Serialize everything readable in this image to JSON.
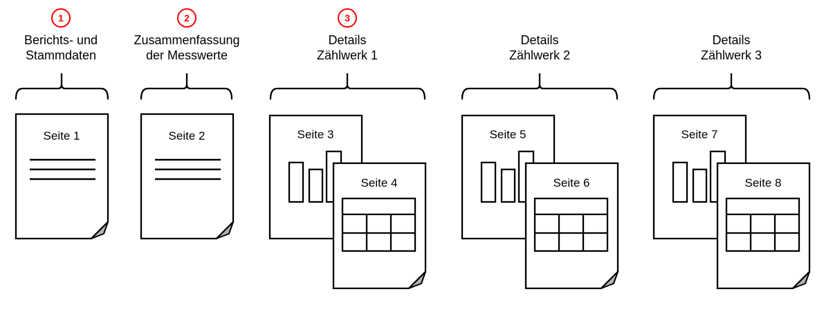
{
  "colors": {
    "accent_red": "#ff0000",
    "line_black": "#000000",
    "fold_gray": "#b3b3b3",
    "page_white": "#ffffff"
  },
  "groups": [
    {
      "number": "1",
      "label": [
        "Berichts- und",
        "Stammdaten"
      ],
      "pages": [
        {
          "title": "Seite 1",
          "content_type": "text-lines"
        }
      ]
    },
    {
      "number": "2",
      "label": [
        "Zusammenfassung",
        "der Messwerte"
      ],
      "pages": [
        {
          "title": "Seite 2",
          "content_type": "text-lines"
        }
      ]
    },
    {
      "number": "3",
      "label": [
        "Details",
        "Zählwerk 1"
      ],
      "pages": [
        {
          "title": "Seite 3",
          "content_type": "bar-chart"
        },
        {
          "title": "Seite 4",
          "content_type": "table"
        }
      ]
    },
    {
      "label": [
        "Details",
        "Zählwerk 2"
      ],
      "pages": [
        {
          "title": "Seite 5",
          "content_type": "bar-chart"
        },
        {
          "title": "Seite 6",
          "content_type": "table"
        }
      ]
    },
    {
      "label": [
        "Details",
        "Zählwerk 3"
      ],
      "pages": [
        {
          "title": "Seite 7",
          "content_type": "bar-chart"
        },
        {
          "title": "Seite 8",
          "content_type": "table"
        }
      ]
    }
  ]
}
